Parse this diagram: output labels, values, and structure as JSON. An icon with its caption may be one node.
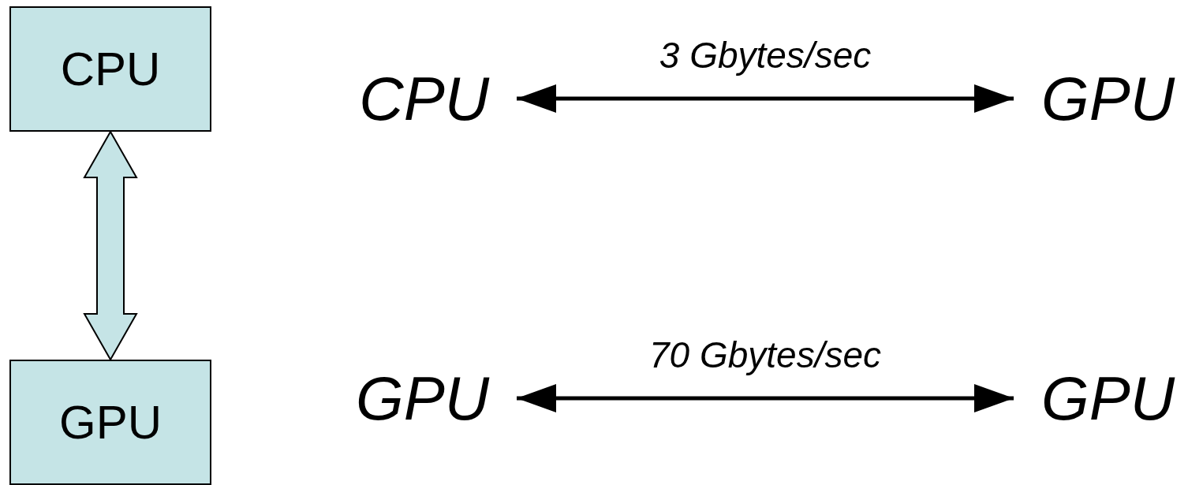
{
  "diagram": {
    "nodes": [
      {
        "text": [
          "CPU"
        ]
      },
      {
        "text": [
          "GPU"
        ]
      },
      {
        "text": [
          "CPU"
        ]
      },
      {
        "text": [
          "GPU"
        ]
      },
      {
        "text": [
          "GPU"
        ]
      },
      {
        "text": [
          "GPU"
        ]
      }
    ],
    "edges": [
      {
        "from": 0,
        "to": 1,
        "arrow": "both",
        "style": "thick",
        "color": "#c5e4e6"
      },
      {
        "from": 2,
        "to": 3,
        "arrow": "both",
        "label": "3 Gbytes/sec"
      },
      {
        "from": 4,
        "to": 5,
        "arrow": "both",
        "label": "70 Gbytes/sec"
      }
    ]
  }
}
